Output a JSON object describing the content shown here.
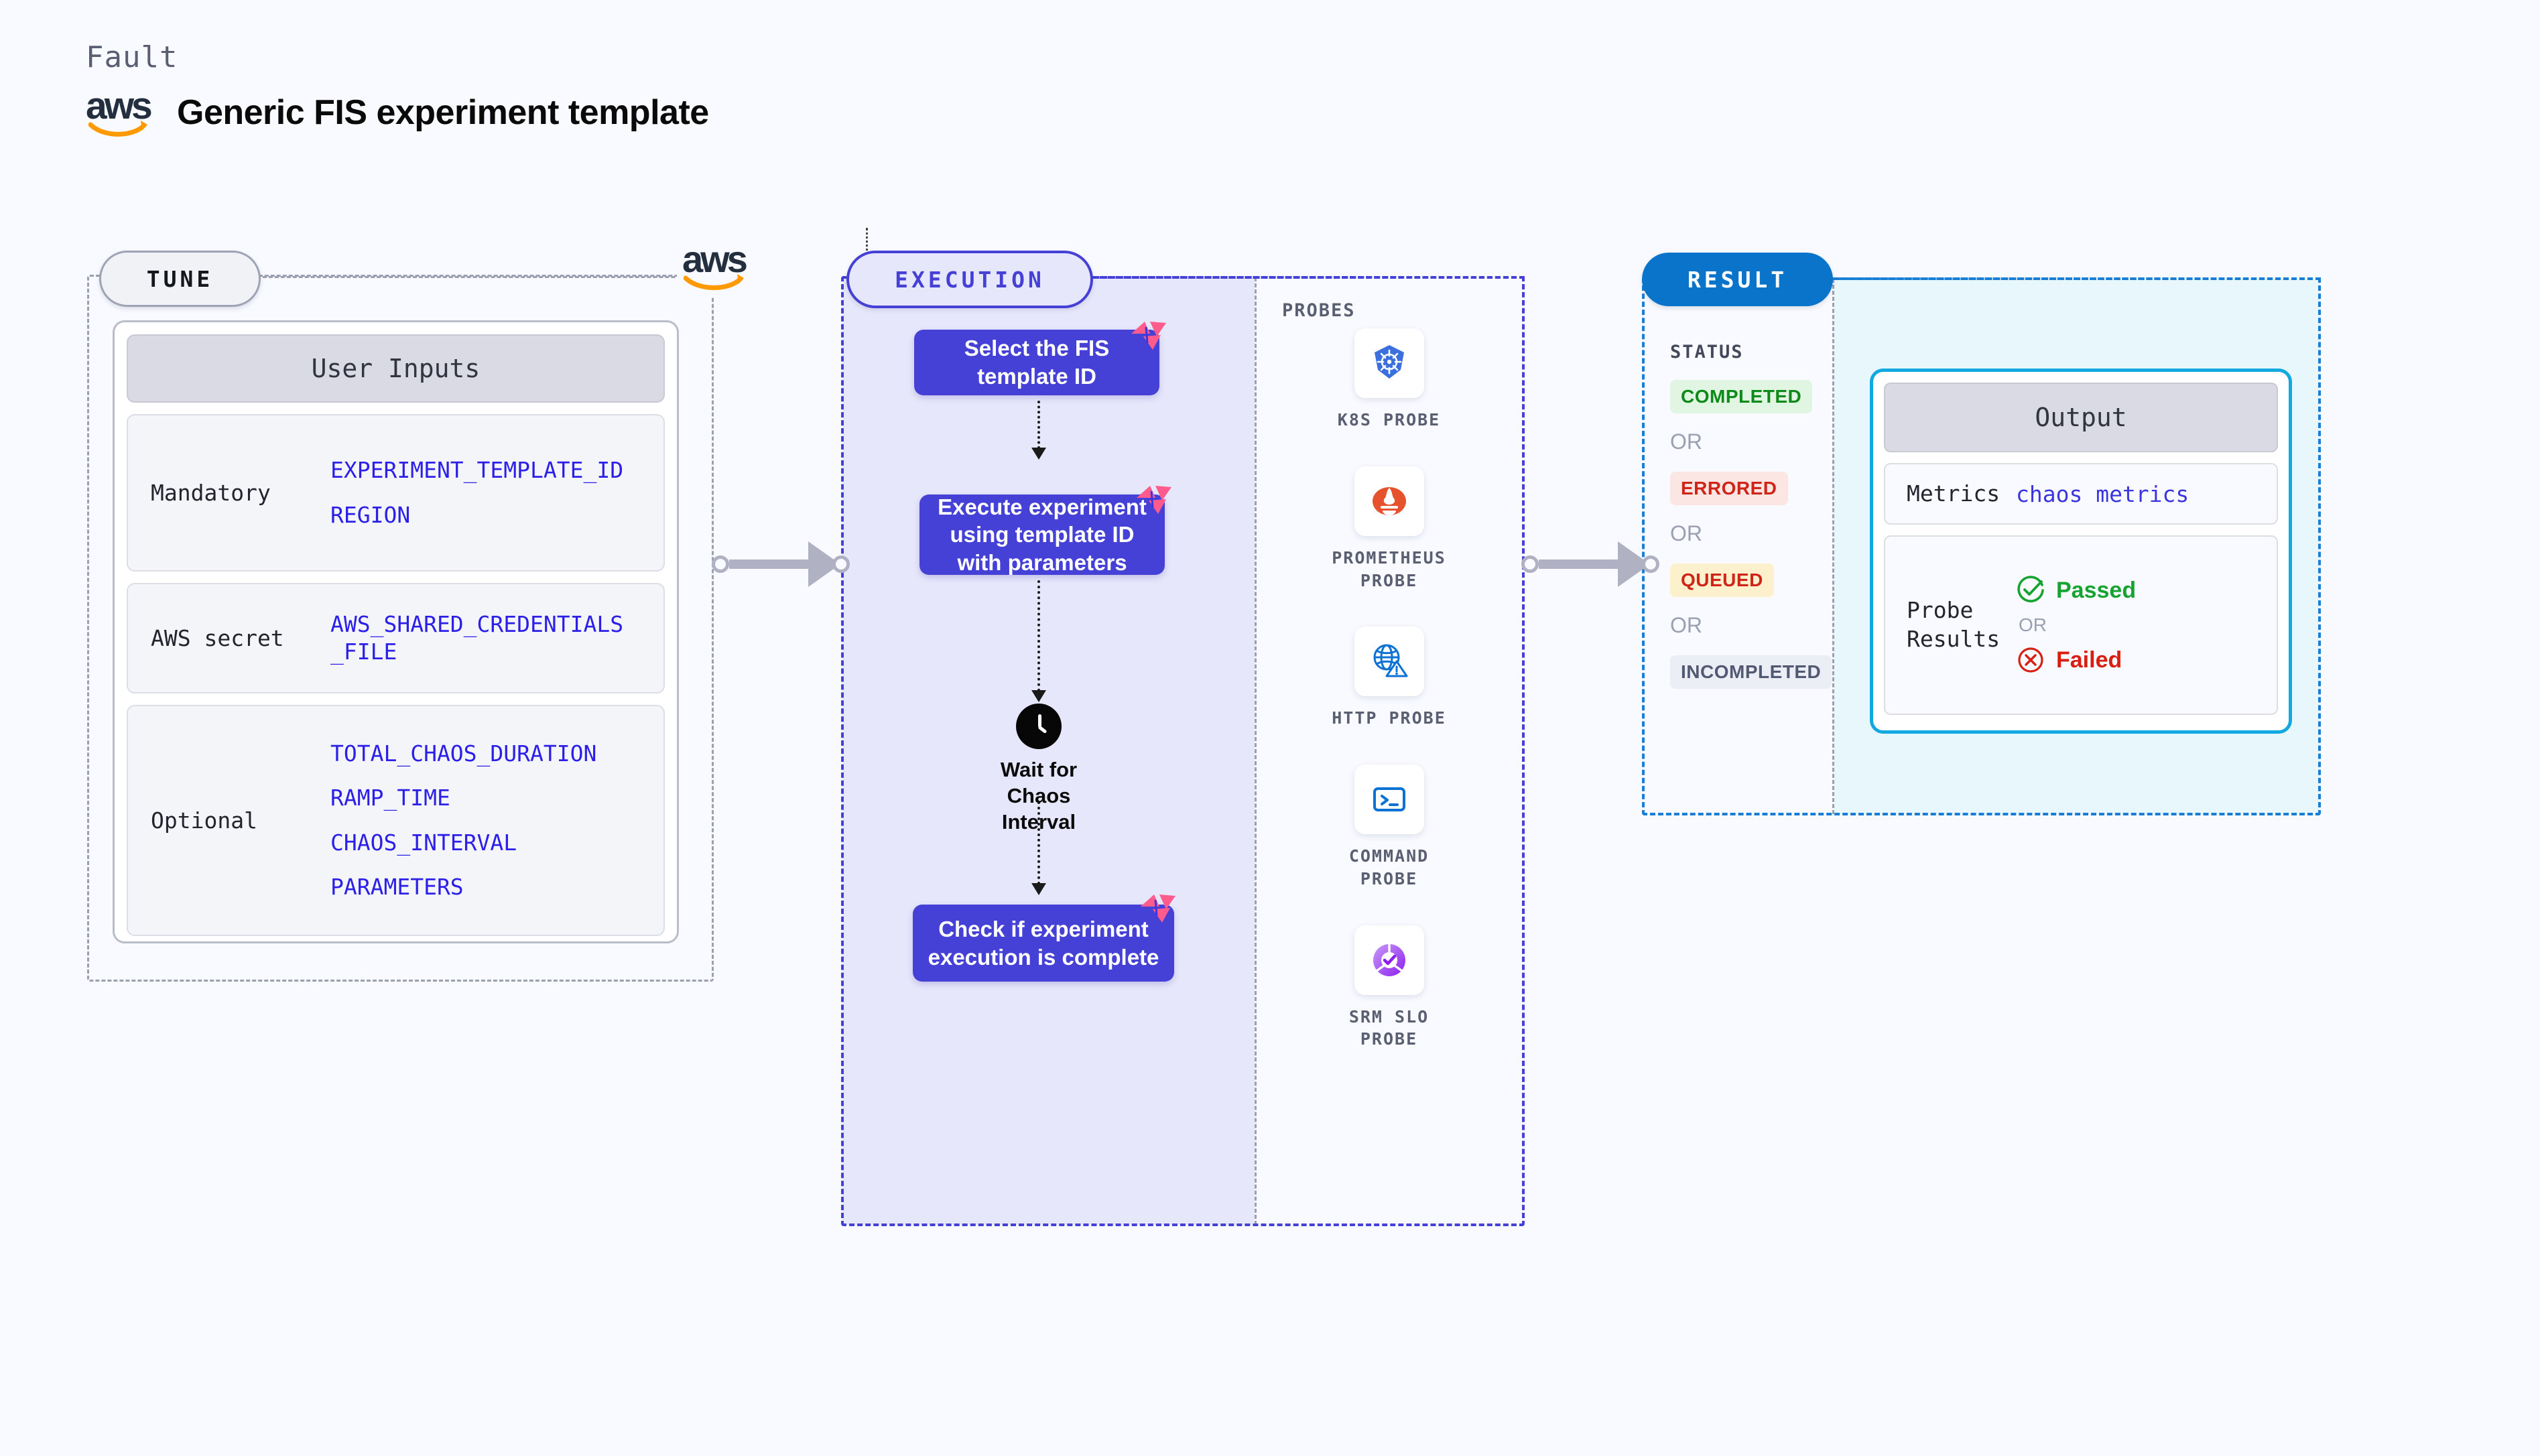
{
  "header": {
    "eyebrow": "Fault",
    "title": "Generic FIS experiment template",
    "logo_alt": "aws-logo"
  },
  "tune": {
    "tag": "TUNE",
    "card_title": "User Inputs",
    "groups": [
      {
        "label": "Mandatory",
        "vars": [
          "EXPERIMENT_TEMPLATE_ID",
          "REGION"
        ]
      },
      {
        "label": "AWS secret",
        "vars": [
          "AWS_SHARED_CREDENTIALS\n_FILE"
        ]
      },
      {
        "label": "Optional",
        "vars": [
          "TOTAL_CHAOS_DURATION",
          "RAMP_TIME",
          "CHAOS_INTERVAL",
          "PARAMETERS"
        ]
      }
    ]
  },
  "execution": {
    "tag": "EXECUTION",
    "steps": [
      {
        "text": "Select the FIS template ID",
        "badge": "litmus-logo"
      },
      {
        "text": "Execute experiment using template ID with parameters",
        "badge": "litmus-logo"
      },
      {
        "text": "Wait for Chaos\nInterval",
        "icon": "clock-icon"
      },
      {
        "text": "Check if experiment execution is complete",
        "badge": "litmus-logo"
      }
    ]
  },
  "probes": {
    "title": "PROBES",
    "items": [
      {
        "name": "K8S PROBE",
        "icon": "kubernetes-icon"
      },
      {
        "name": "PROMETHEUS\nPROBE",
        "icon": "prometheus-icon"
      },
      {
        "name": "HTTP PROBE",
        "icon": "http-globe-icon"
      },
      {
        "name": "COMMAND\nPROBE",
        "icon": "terminal-icon"
      },
      {
        "name": "SRM SLO\nPROBE",
        "icon": "srm-slo-icon"
      }
    ]
  },
  "result": {
    "tag": "RESULT",
    "status_title": "STATUS",
    "or_label": "OR",
    "statuses": [
      {
        "label": "COMPLETED",
        "tone": "completed"
      },
      {
        "label": "ERRORED",
        "tone": "errored"
      },
      {
        "label": "QUEUED",
        "tone": "queued"
      },
      {
        "label": "INCOMPLETED",
        "tone": "incompleted"
      }
    ],
    "output": {
      "title": "Output",
      "metrics_label": "Metrics",
      "metrics_value": "chaos metrics",
      "probe_results_label": "Probe\nResults",
      "passed_label": "Passed",
      "failed_label": "Failed",
      "or_label": "OR"
    }
  },
  "colors": {
    "page_background": "#f8faff",
    "execution_accent": "#4540d6",
    "execution_fill": "#e7e7fb",
    "result_accent": "#1a7fd4",
    "result_fill": "#e8f7fc",
    "output_border": "#12a8e0",
    "variable_text": "#2b1fe8",
    "connector": "#b0b2c4",
    "status_completed": "#0f8a1a",
    "status_errored": "#cf2418",
    "status_queued": "#cf2418",
    "status_incompleted": "#525a73",
    "passed": "#17a331",
    "failed": "#d91f11",
    "aws_orange": "#ff9900",
    "litmus_pink": "#ff5c8d"
  }
}
